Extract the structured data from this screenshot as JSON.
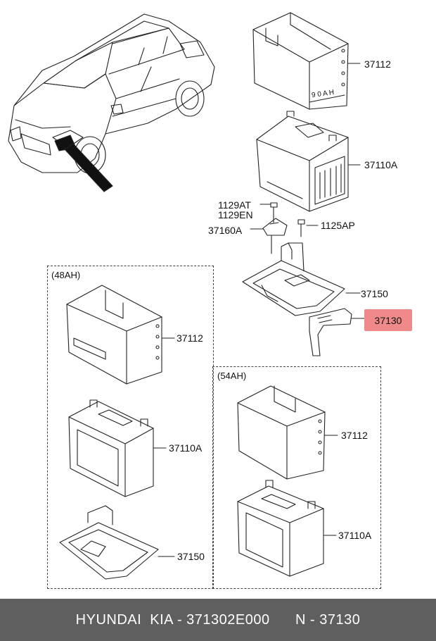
{
  "labels": {
    "top_case": "37112",
    "top_battery": "37110A",
    "bolt_a": "1129AT",
    "bolt_b": "1129EN",
    "bracket": "37160A",
    "bolt_c": "1125AP",
    "tray": "37150",
    "highlight": "37130"
  },
  "sections": {
    "ah48": {
      "title": "(48AH)",
      "case": "37112",
      "battery": "37110A",
      "tray": "37150"
    },
    "ah54": {
      "title": "(54AH)",
      "case": "37112",
      "battery": "37110A"
    }
  },
  "battery_mark": "9 0 A H",
  "colors": {
    "highlight": "#f08a8a",
    "footer_bg": "#5f5f5f",
    "footer_text": "#ffffff"
  },
  "footer": {
    "brand": "HYUNDAI  KIA - 371302E000",
    "number": "N - 37130"
  }
}
